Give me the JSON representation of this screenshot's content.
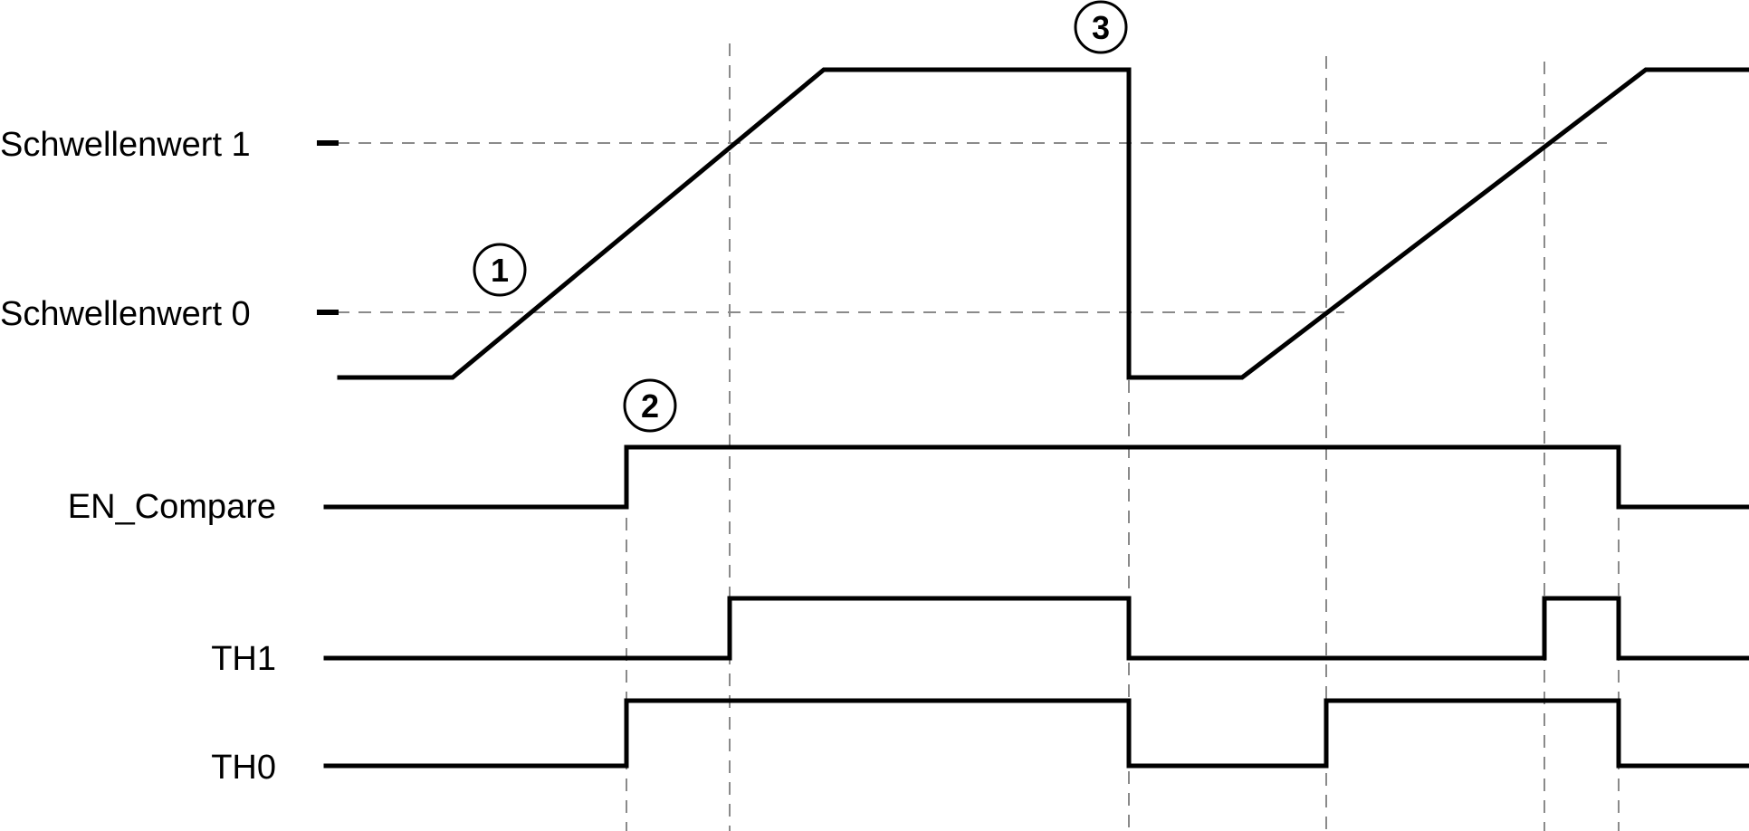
{
  "labels": {
    "threshold_1": "Schwellenwert 1",
    "threshold_0": "Schwellenwert 0",
    "en_compare": "EN_Compare",
    "th1": "TH1",
    "th0": "TH0"
  },
  "markers": {
    "m1": "1",
    "m2": "2",
    "m3": "3"
  }
}
